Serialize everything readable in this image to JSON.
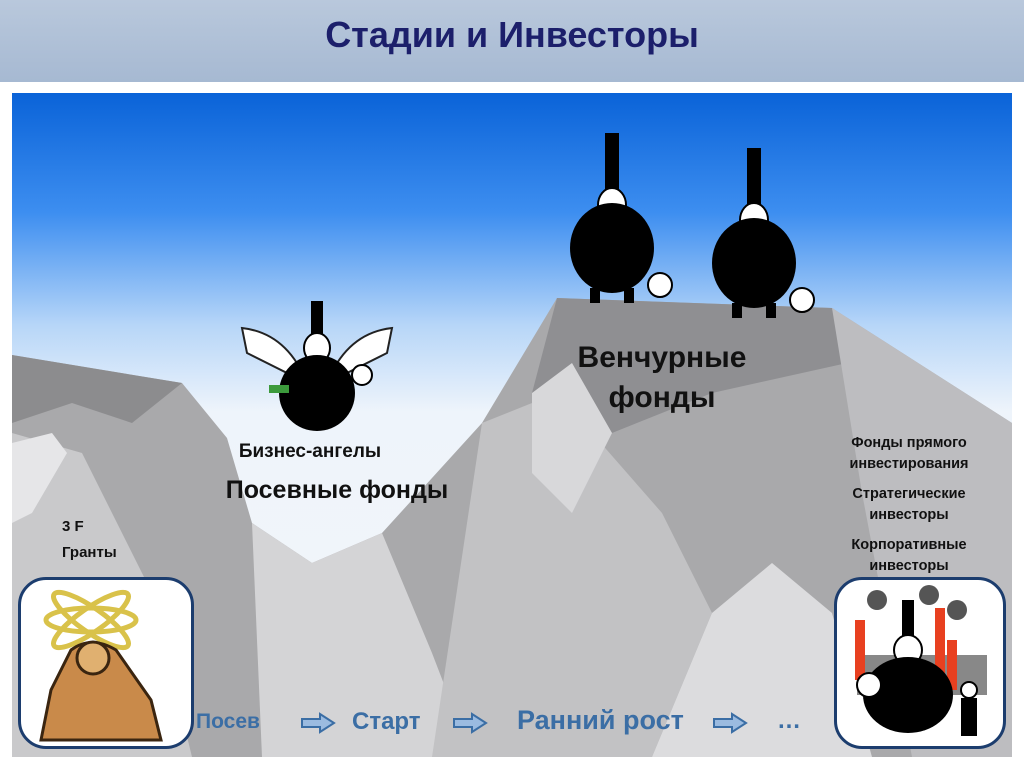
{
  "header": {
    "title": "Стадии и Инвесторы"
  },
  "labels": {
    "venture": [
      "Венчурные",
      "фонды"
    ],
    "angels": "Бизнес-ангелы",
    "seed_funds": "Посевные фонды",
    "three_f": "3 F",
    "grants": "Гранты",
    "right": [
      "Фонды прямого",
      "инвестирования",
      "Стратегические",
      "инвесторы",
      "Корпоративные",
      "инвесторы"
    ]
  },
  "stages": {
    "seed": "Посев",
    "start": "Старт",
    "early": "Ранний рост",
    "more": "…"
  },
  "icons": [
    "scientist-clipart",
    "angel-investor-clipart",
    "venture-investor-clipart",
    "corporate-investor-clipart",
    "arrow-right-icon"
  ]
}
